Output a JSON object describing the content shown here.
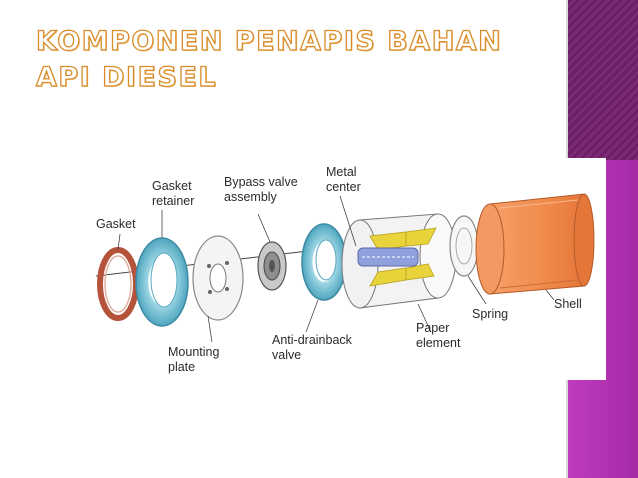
{
  "slide": {
    "title_line1": "KOMPONEN PENAPIS BAHAN",
    "title_line2": "API DIESEL"
  },
  "diagram": {
    "labels": {
      "gasket": "Gasket",
      "gasket_retainer_1": "Gasket",
      "gasket_retainer_2": "retainer",
      "bypass_1": "Bypass valve",
      "bypass_2": "assembly",
      "metal_1": "Metal",
      "metal_2": "center",
      "mounting_1": "Mounting",
      "mounting_2": "plate",
      "antidrain_1": "Anti-drainback",
      "antidrain_2": "valve",
      "paper_1": "Paper",
      "paper_2": "element",
      "spring": "Spring",
      "shell": "Shell"
    },
    "colors": {
      "gasket": "#b5523a",
      "retainer": "#5fb3c9",
      "valve_ring": "#6cc1d6",
      "paper": "#e9d33a",
      "metal_core": "#7f8fd0",
      "shell": "#f08a4b"
    }
  }
}
